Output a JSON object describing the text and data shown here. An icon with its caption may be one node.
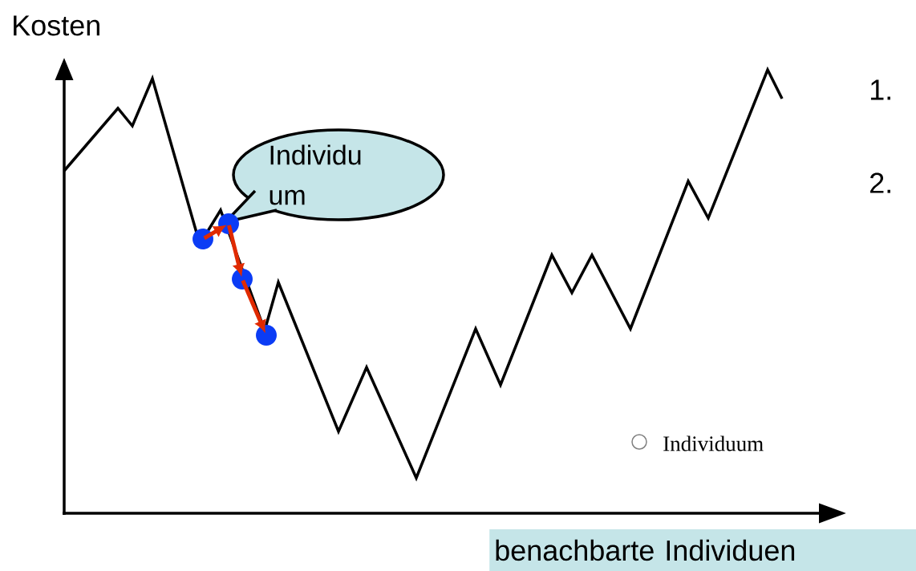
{
  "diagram": {
    "nodes": [
      {
        "text": [
          "Individu um"
        ]
      },
      {
        "text": [],
        "shape": "circle"
      },
      {
        "text": [],
        "shape": "circle"
      },
      {
        "text": [],
        "shape": "circle"
      },
      {
        "text": [],
        "shape": "circle"
      }
    ],
    "edges": [
      {
        "from": 1,
        "to": 2,
        "arrow": "to"
      },
      {
        "from": 2,
        "to": 3,
        "arrow": "to"
      },
      {
        "from": 3,
        "to": 4,
        "arrow": "to"
      }
    ],
    "labels": [
      "Kosten",
      "1.",
      "2.",
      "benachbarte Individuen"
    ],
    "legend": [
      {
        "text": "Individuum"
      }
    ]
  }
}
